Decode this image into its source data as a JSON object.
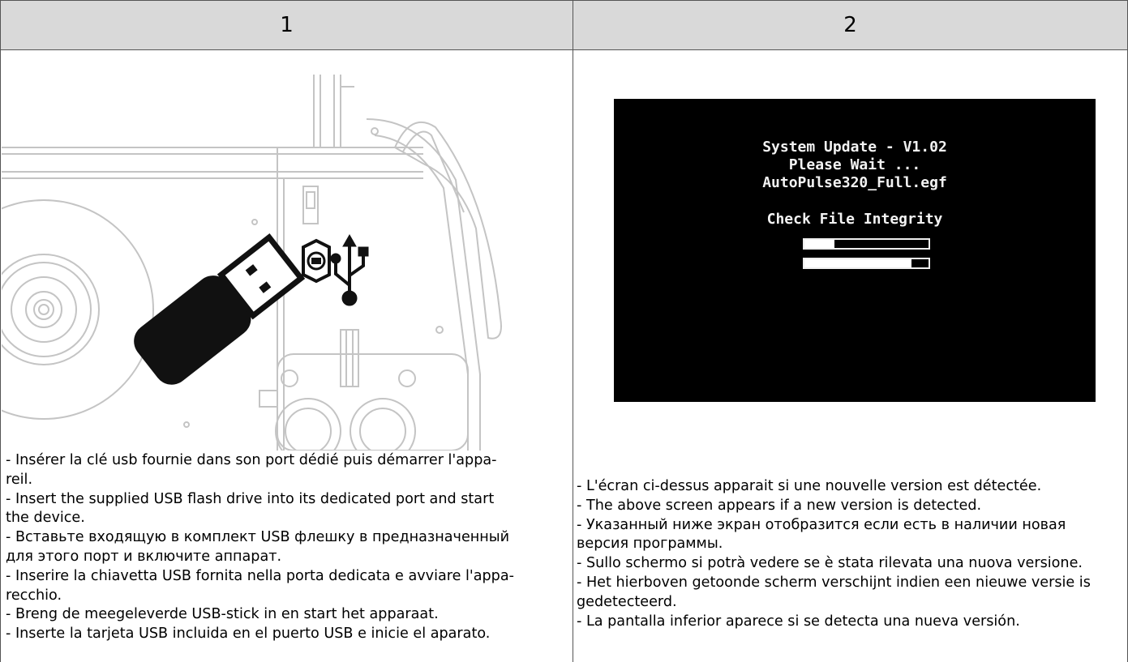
{
  "headers": [
    "1",
    "2"
  ],
  "col1_text": [
    "- Insérer la clé usb fournie dans son port dédié puis démarrer l'appa-",
    "reil.",
    "- Insert the supplied USB flash drive into its dedicated port and start",
    "the device.",
    "- Вставьте входящую в комплект USB флешку в предназначенный",
    "для этого порт и включите аппарат.",
    "- Inserire la chiavetta USB fornita nella porta dedicata e avviare l'appa-",
    "recchio.",
    "- Breng de meegeleverde USB-stick in en start het apparaat.",
    "- Inserte la tarjeta USB incluida en el puerto USB e inicie el aparato."
  ],
  "col2_text": [
    "- L'écran ci-dessus apparait si une nouvelle version est détectée.",
    "- The above screen appears if a new version is detected.",
    "- Указанный ниже экран отобразится если есть в наличии новая",
    "версия программы.",
    "- Sullo schermo si potrà vedere se è stata rilevata una nuova versione.",
    "- Het hierboven getoonde scherm verschijnt indien een nieuwe versie is",
    "gedetecteerd.",
    "- La pantalla inferior aparece si se detecta una nueva versión."
  ],
  "screen": {
    "line1": "System Update - V1.02",
    "line2": "Please Wait ...",
    "line3": "AutoPulse320_Full.egf",
    "line4": "Check File Integrity",
    "progress_1": 0.24,
    "progress_2": 0.86
  },
  "colors": {
    "header_bg": "#d9d9d9",
    "border": "#555555",
    "screen_bg": "#000000"
  }
}
